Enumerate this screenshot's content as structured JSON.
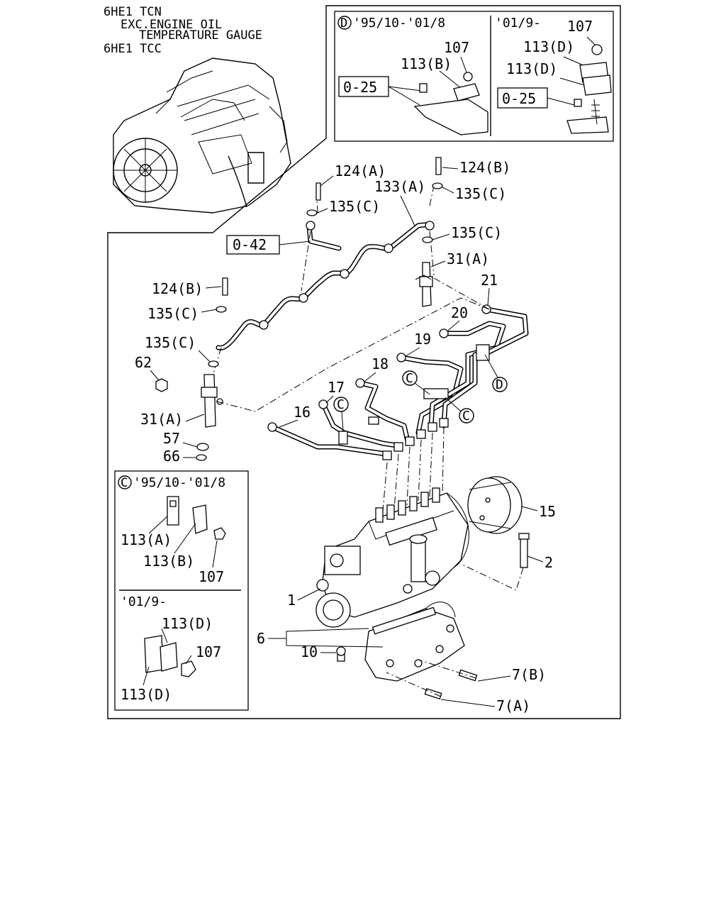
{
  "header": {
    "line1": "6HE1 TCN",
    "line2": "EXC.ENGINE OIL",
    "line3": "TEMPERATURE GAUGE",
    "line4": "6HE1 TCC"
  },
  "inset_d": {
    "circle_letter": "D",
    "period_old": "'95/10-'01/8",
    "period_new": "'01/9-",
    "labels": {
      "nut_old": "107",
      "clip_old": "113(B)",
      "ref_old": "0-25",
      "nut_new": "107",
      "clip_new_top": "113(D)",
      "clip_new_mid": "113(D)",
      "ref_new": "0-25"
    }
  },
  "inset_c": {
    "circle_letter": "C",
    "period_old": "'95/10-'01/8",
    "period_new": "'01/9-",
    "labels": {
      "clip_a": "113(A)",
      "clip_b": "113(B)",
      "nut_old": "107",
      "clip_d_top": "113(D)",
      "nut_new": "107",
      "clip_d_bottom": "113(D)"
    }
  },
  "callouts": {
    "c124a": "124(A)",
    "c124b_top": "124(B)",
    "c133a": "133(A)",
    "c135c_1": "135(C)",
    "c135c_2": "135(C)",
    "c135c_3": "135(C)",
    "ref_042": "0-42",
    "c31a_top": "31(A)",
    "c21": "21",
    "c20": "20",
    "c19": "19",
    "c18": "18",
    "c17": "17",
    "c16": "16",
    "c124b_left": "124(B)",
    "c135c_4": "135(C)",
    "c135c_5": "135(C)",
    "c62": "62",
    "c31a_left": "31(A)",
    "c57": "57",
    "c66": "66",
    "cD": "D",
    "cC_1": "C",
    "cC_2": "C",
    "cC_3": "C",
    "c15": "15",
    "c2": "2",
    "c1": "1",
    "c6": "6",
    "c10": "10",
    "c7b": "7(B)",
    "c7a": "7(A)"
  }
}
